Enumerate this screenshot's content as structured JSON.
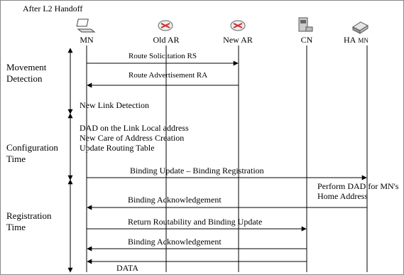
{
  "header": {
    "label": "After L2 Handoff"
  },
  "nodes": [
    {
      "id": "mn",
      "label": "MN",
      "icon": "laptop-icon"
    },
    {
      "id": "old_ar",
      "label": "Old AR",
      "icon": "router-icon"
    },
    {
      "id": "new_ar",
      "label": "New AR",
      "icon": "router-icon"
    },
    {
      "id": "cn",
      "label": "CN",
      "icon": "server-icon"
    },
    {
      "id": "ha",
      "label": "HA",
      "sub": "MN",
      "icon": "gateway-icon"
    }
  ],
  "phases": [
    {
      "lines": [
        "Movement",
        "Detection"
      ]
    },
    {
      "lines": [
        "Configuration",
        "Time"
      ]
    },
    {
      "lines": [
        "Registration",
        "Time"
      ]
    }
  ],
  "messages": [
    {
      "label": "Route Solicitation RS",
      "from": "mn",
      "to": "new_ar"
    },
    {
      "label": "Route Advertisement RA",
      "from": "new_ar",
      "to": "mn"
    },
    {
      "label": "Binding Update – Binding Registration",
      "from": "mn",
      "to": "ha"
    },
    {
      "label": "Binding Acknowledgement",
      "from": "ha",
      "to": "mn"
    },
    {
      "label": "Return Routability and Binding Update",
      "from": "mn",
      "to": "cn"
    },
    {
      "label": "Binding Acknowledgement",
      "from": "cn",
      "to": "mn"
    },
    {
      "label": "DATA",
      "from": "cn",
      "to": "mn"
    }
  ],
  "notes": {
    "new_link": "New Link Detection",
    "config": [
      "DAD on the Link Local address",
      "New Care of Address Creation",
      "Update Routing Table"
    ],
    "ha_dad": [
      "Perform DAD for MN's",
      "Home Address"
    ]
  },
  "colors": {
    "ink": "#000000",
    "router": "#c9302c",
    "box": "#888888"
  }
}
